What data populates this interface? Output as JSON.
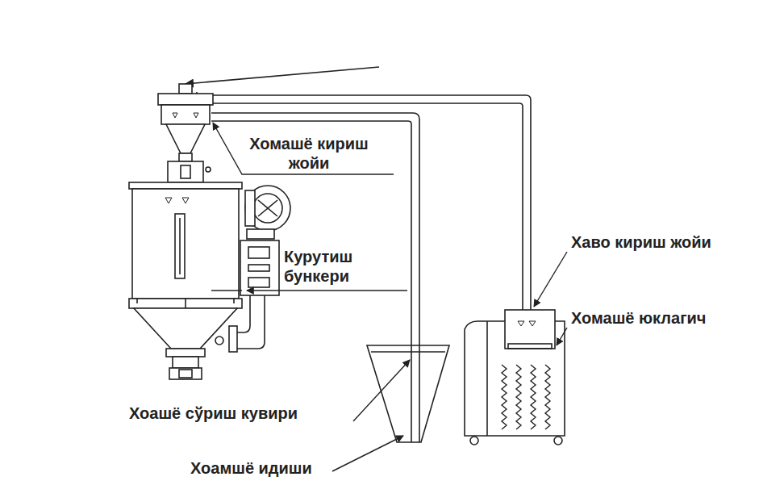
{
  "diagram": {
    "labels": [
      "Хомашё кириш жойи",
      "Хаво кириш жойи",
      "Курутиш бункери",
      "Хомашё юклагич",
      "Хоашё сўриш кувири",
      "Хоамшё идиши"
    ]
  }
}
